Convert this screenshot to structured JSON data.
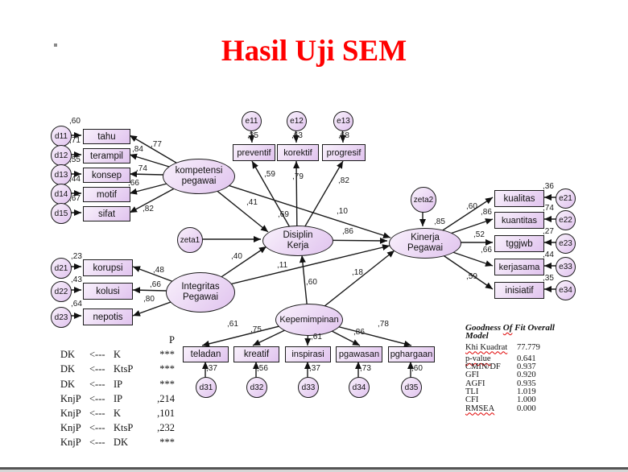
{
  "page": {
    "title": "Hasil Uji SEM",
    "bullet_dot": ""
  },
  "colors": {
    "title": "#ff0000",
    "node_fill": "#e9d4f3",
    "node_border": "#1c1c1c",
    "line": "#1a1a1a",
    "spellcheck": "#e00000"
  },
  "latents": {
    "kompetensi": {
      "label": "kompetensi\npegawai"
    },
    "integritas": {
      "label": "Integritas\nPegawai"
    },
    "disiplin": {
      "label": "Disiplin\nKerja",
      "smc": ",69"
    },
    "kepemimpinan": {
      "label": "Kepemimpinan"
    },
    "kinerja": {
      "label": "Kinerja\nPegawai",
      "smc": ",85"
    },
    "zeta1": {
      "label": "zeta1"
    },
    "zeta2": {
      "label": "zeta2"
    }
  },
  "indicators": {
    "kompetensi": [
      {
        "err": "d11",
        "err_var": ",60",
        "label": "tahu",
        "loading": ",77"
      },
      {
        "err": "d12",
        "err_var": ",71",
        "label": "terampil",
        "loading": ",84"
      },
      {
        "err": "d13",
        "err_var": ",55",
        "label": "konsep",
        "loading": ",74"
      },
      {
        "err": "d14",
        "err_var": ",44",
        "label": "motif",
        "loading": ",66"
      },
      {
        "err": "d15",
        "err_var": ",67",
        "label": "sifat",
        "loading": ",82"
      }
    ],
    "disiplin": [
      {
        "err": "e11",
        "err_var": ",35",
        "label": "preventif",
        "loading": ",59"
      },
      {
        "err": "e12",
        "err_var": ",63",
        "label": "korektif",
        "loading": ",79"
      },
      {
        "err": "e13",
        "err_var": ",68",
        "label": "progresif",
        "loading": ",82"
      }
    ],
    "integritas": [
      {
        "err": "d21",
        "err_var": ",23",
        "label": "korupsi",
        "loading": ",48"
      },
      {
        "err": "d22",
        "err_var": ",43",
        "label": "kolusi",
        "loading": ",66"
      },
      {
        "err": "d23",
        "err_var": ",64",
        "label": "nepotis",
        "loading": ",80"
      }
    ],
    "kepemimpinan": [
      {
        "err": "d31",
        "err_var": ",37",
        "label": "teladan",
        "loading": ",61"
      },
      {
        "err": "d32",
        "err_var": ",56",
        "label": "kreatif",
        "loading": ",75"
      },
      {
        "err": "d33",
        "err_var": ",37",
        "label": "inspirasi",
        "loading": ",61"
      },
      {
        "err": "d34",
        "err_var": ",73",
        "label": "pgawasan",
        "loading": ",86"
      },
      {
        "err": "d35",
        "err_var": ",60",
        "label": "pghargaan",
        "loading": ",78"
      }
    ],
    "kinerja": [
      {
        "err": "e21",
        "err_var": ",36",
        "label": "kualitas",
        "loading": ",60"
      },
      {
        "err": "e22",
        "err_var": ",74",
        "label": "kuantitas",
        "loading": ",86"
      },
      {
        "err": "e23",
        "err_var": ",27",
        "label": "tggjwb",
        "loading": ",52"
      },
      {
        "err": "e33",
        "err_var": ",44",
        "label": "kerjasama",
        "loading": ",66"
      },
      {
        "err": "e34",
        "err_var": ",35",
        "label": "inisiatif",
        "loading": ",59"
      }
    ]
  },
  "paths": {
    "kompetensi_disiplin": ",41",
    "integritas_disiplin": ",40",
    "kepemimpinan_disiplin": ",60",
    "disiplin_kinerja": ",86",
    "kompetensi_kinerja": ",10",
    "integritas_kinerja": ",11",
    "kepemimpinan_kinerja": ",18"
  },
  "regression_table": {
    "p_header": "P",
    "rows": [
      {
        "dep": "DK",
        "arrow": "<---",
        "ind": "K",
        "p": "***"
      },
      {
        "dep": "DK",
        "arrow": "<---",
        "ind": "KtsP",
        "p": "***"
      },
      {
        "dep": "DK",
        "arrow": "<---",
        "ind": "IP",
        "p": "***"
      },
      {
        "dep": "KnjP",
        "arrow": "<---",
        "ind": "IP",
        "p": ",214"
      },
      {
        "dep": "KnjP",
        "arrow": "<---",
        "ind": "K",
        "p": ",101"
      },
      {
        "dep": "KnjP",
        "arrow": "<---",
        "ind": "KtsP",
        "p": ",232"
      },
      {
        "dep": "KnjP",
        "arrow": "<---",
        "ind": "DK",
        "p": "***"
      }
    ]
  },
  "gof": {
    "title_pre": "Goodness ",
    "title_of": "Of",
    "title_post": " Fit Overall Model",
    "rows": [
      {
        "label": "Khi Kuadrat",
        "value": "77.779"
      },
      {
        "label": "p-value",
        "value": "0.641"
      },
      {
        "label": "CMIN/DF",
        "value": "0.937"
      },
      {
        "label": "GFI",
        "value": "0.920"
      },
      {
        "label": "AGFI",
        "value": "0.935"
      },
      {
        "label": "TLI",
        "value": "1.019"
      },
      {
        "label": "CFI",
        "value": "1.000"
      },
      {
        "label": "RMSEA",
        "value": "0.000"
      }
    ]
  }
}
